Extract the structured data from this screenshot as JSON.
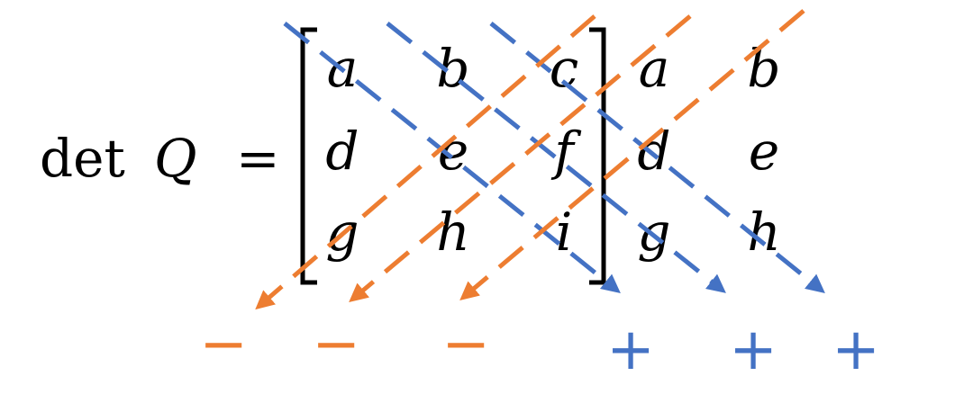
{
  "expression": {
    "prefix": "det",
    "symbol": "Q",
    "equals": "="
  },
  "matrix": [
    [
      "a",
      "b",
      "c"
    ],
    [
      "d",
      "e",
      "f"
    ],
    [
      "g",
      "h",
      "i"
    ]
  ],
  "extra_columns": [
    [
      "a",
      "b"
    ],
    [
      "d",
      "e"
    ],
    [
      "g",
      "h"
    ]
  ],
  "signs": {
    "minus": [
      "−",
      "−",
      "−"
    ],
    "plus": [
      "+",
      "+",
      "+"
    ]
  },
  "colors": {
    "text": "#000000",
    "positive_diagonal": "#4472C4",
    "negative_diagonal": "#ED7D31"
  }
}
